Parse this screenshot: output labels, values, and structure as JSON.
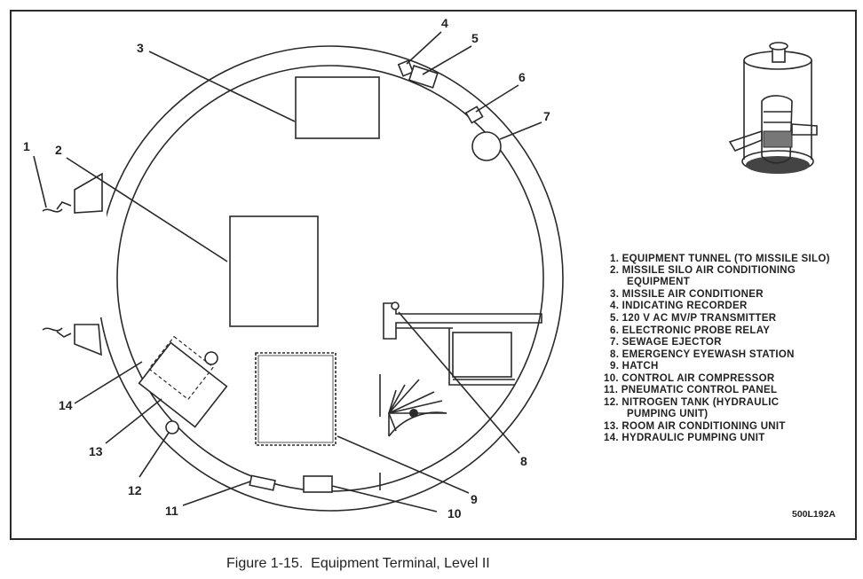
{
  "legend": [
    "1. EQUIPMENT TUNNEL (TO MISSILE SILO)",
    "2. MISSILE SILO AIR CONDITIONING",
    "EQUIPMENT",
    "3. MISSILE AIR CONDITIONER",
    "4. INDICATING RECORDER",
    "5. 120 V AC MV/P TRANSMITTER",
    "6. ELECTRONIC PROBE RELAY",
    "7. SEWAGE EJECTOR",
    "8. EMERGENCY EYEWASH STATION",
    "9. HATCH",
    "10. CONTROL AIR COMPRESSOR",
    "11. PNEUMATIC CONTROL PANEL",
    "12. NITROGEN TANK (HYDRAULIC",
    "PUMPING UNIT)",
    "13. ROOM AIR CONDITIONING UNIT",
    "14. HYDRAULIC PUMPING UNIT"
  ],
  "callouts": [
    "1",
    "2",
    "3",
    "4",
    "5",
    "6",
    "7",
    "8",
    "9",
    "10",
    "11",
    "12",
    "13",
    "14"
  ],
  "drawing_code": "500L192A",
  "caption": "Figure 1-15.  Equipment Terminal, Level II"
}
